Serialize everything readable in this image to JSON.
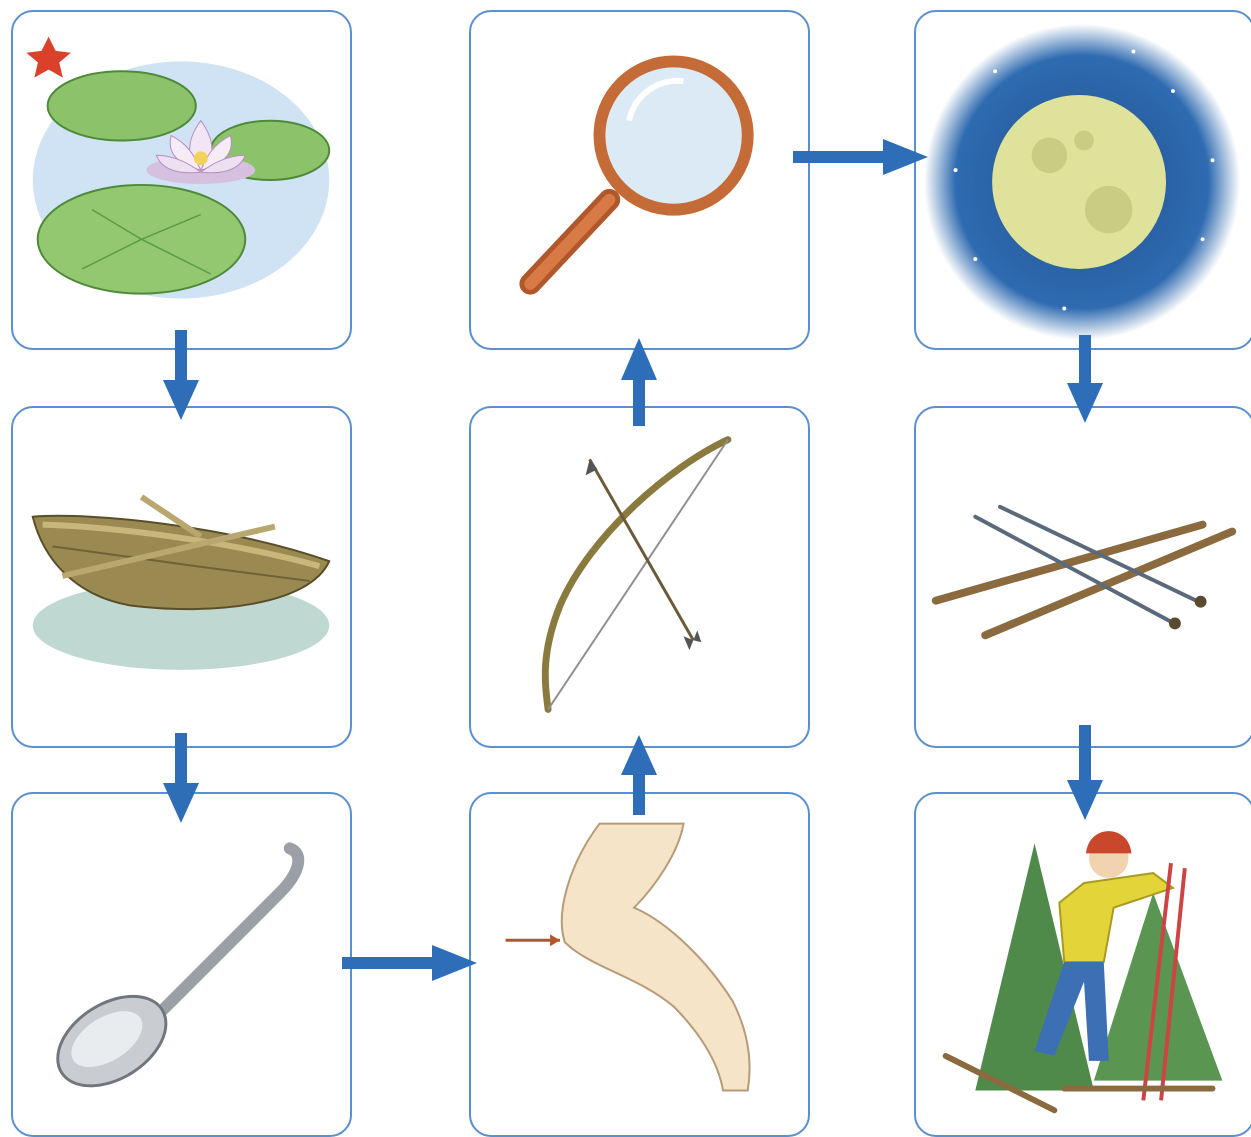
{
  "colors": {
    "card_border": "#5a8fd0",
    "arrow": "#2e6db8",
    "star": "#d9412b"
  },
  "cards": [
    {
      "id": "c1",
      "icon": "water-lily-icon",
      "marker": "star-icon"
    },
    {
      "id": "c2",
      "icon": "rowboat-icon"
    },
    {
      "id": "c3",
      "icon": "spoon-icon"
    },
    {
      "id": "c6",
      "icon": "arm-elbow-icon"
    },
    {
      "id": "c5",
      "icon": "bow-and-arrow-icon"
    },
    {
      "id": "c4",
      "icon": "magnifying-glass-icon"
    },
    {
      "id": "c7",
      "icon": "full-moon-icon"
    },
    {
      "id": "c8",
      "icon": "skis-and-poles-icon"
    },
    {
      "id": "c9",
      "icon": "skier-icon"
    }
  ],
  "arrows": [
    {
      "from": "water-lily",
      "to": "rowboat",
      "direction": "down"
    },
    {
      "from": "rowboat",
      "to": "spoon",
      "direction": "down"
    },
    {
      "from": "spoon",
      "to": "arm-elbow",
      "direction": "right"
    },
    {
      "from": "arm-elbow",
      "to": "bow-and-arrow",
      "direction": "up"
    },
    {
      "from": "bow-and-arrow",
      "to": "magnifying-glass",
      "direction": "up"
    },
    {
      "from": "magnifying-glass",
      "to": "full-moon",
      "direction": "right"
    },
    {
      "from": "full-moon",
      "to": "skis-and-poles",
      "direction": "down"
    },
    {
      "from": "skis-and-poles",
      "to": "skier",
      "direction": "down"
    }
  ]
}
